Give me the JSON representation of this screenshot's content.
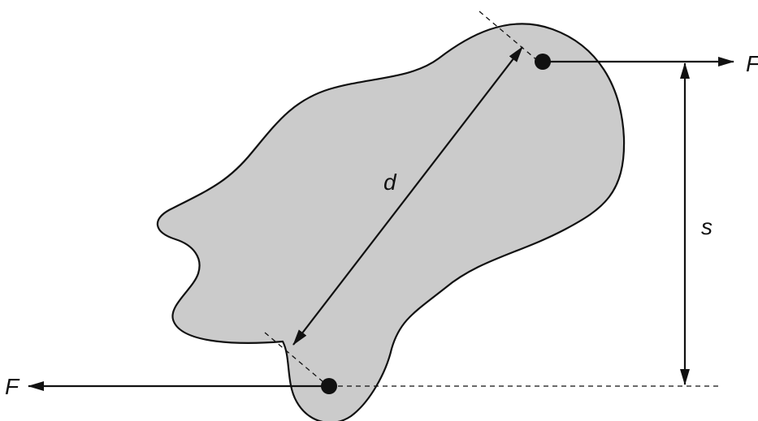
{
  "diagram": {
    "labels": {
      "force_top": "F",
      "force_bottom": "F",
      "distance_d": "d",
      "distance_s": "s"
    },
    "colors": {
      "body_fill": "#cbcbcb",
      "stroke": "#111111",
      "background": "#ffffff"
    }
  }
}
